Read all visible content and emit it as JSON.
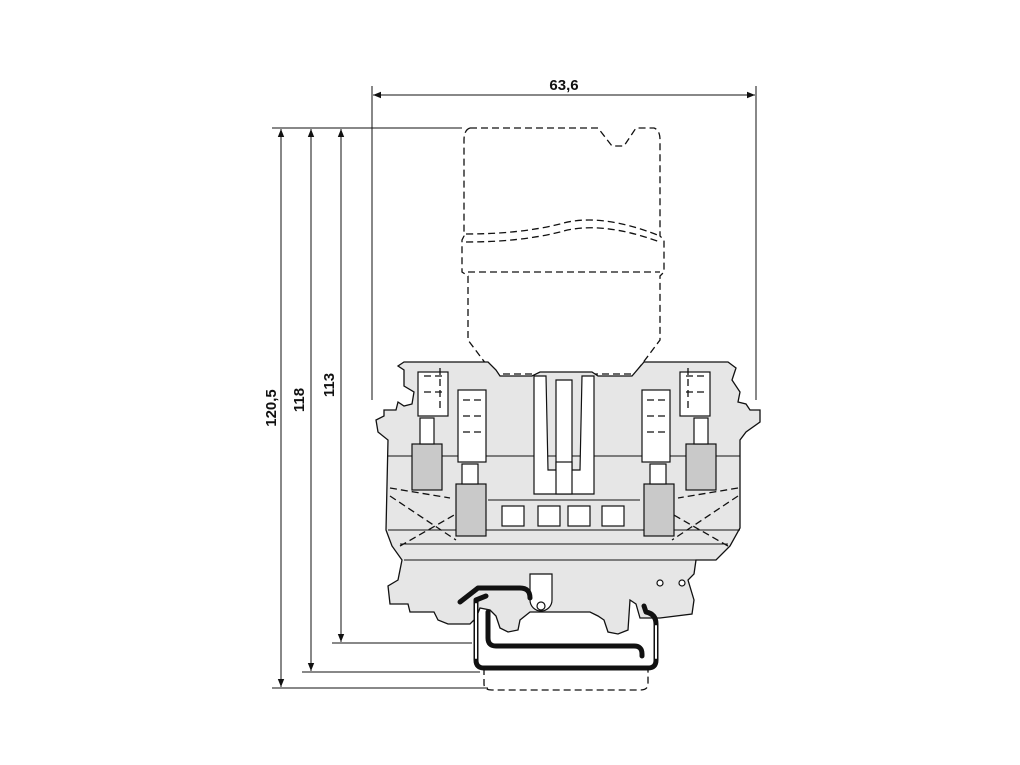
{
  "dimensions": {
    "width": "63,6",
    "height_overall": "120,5",
    "height_mid": "118",
    "height_inner": "113"
  }
}
